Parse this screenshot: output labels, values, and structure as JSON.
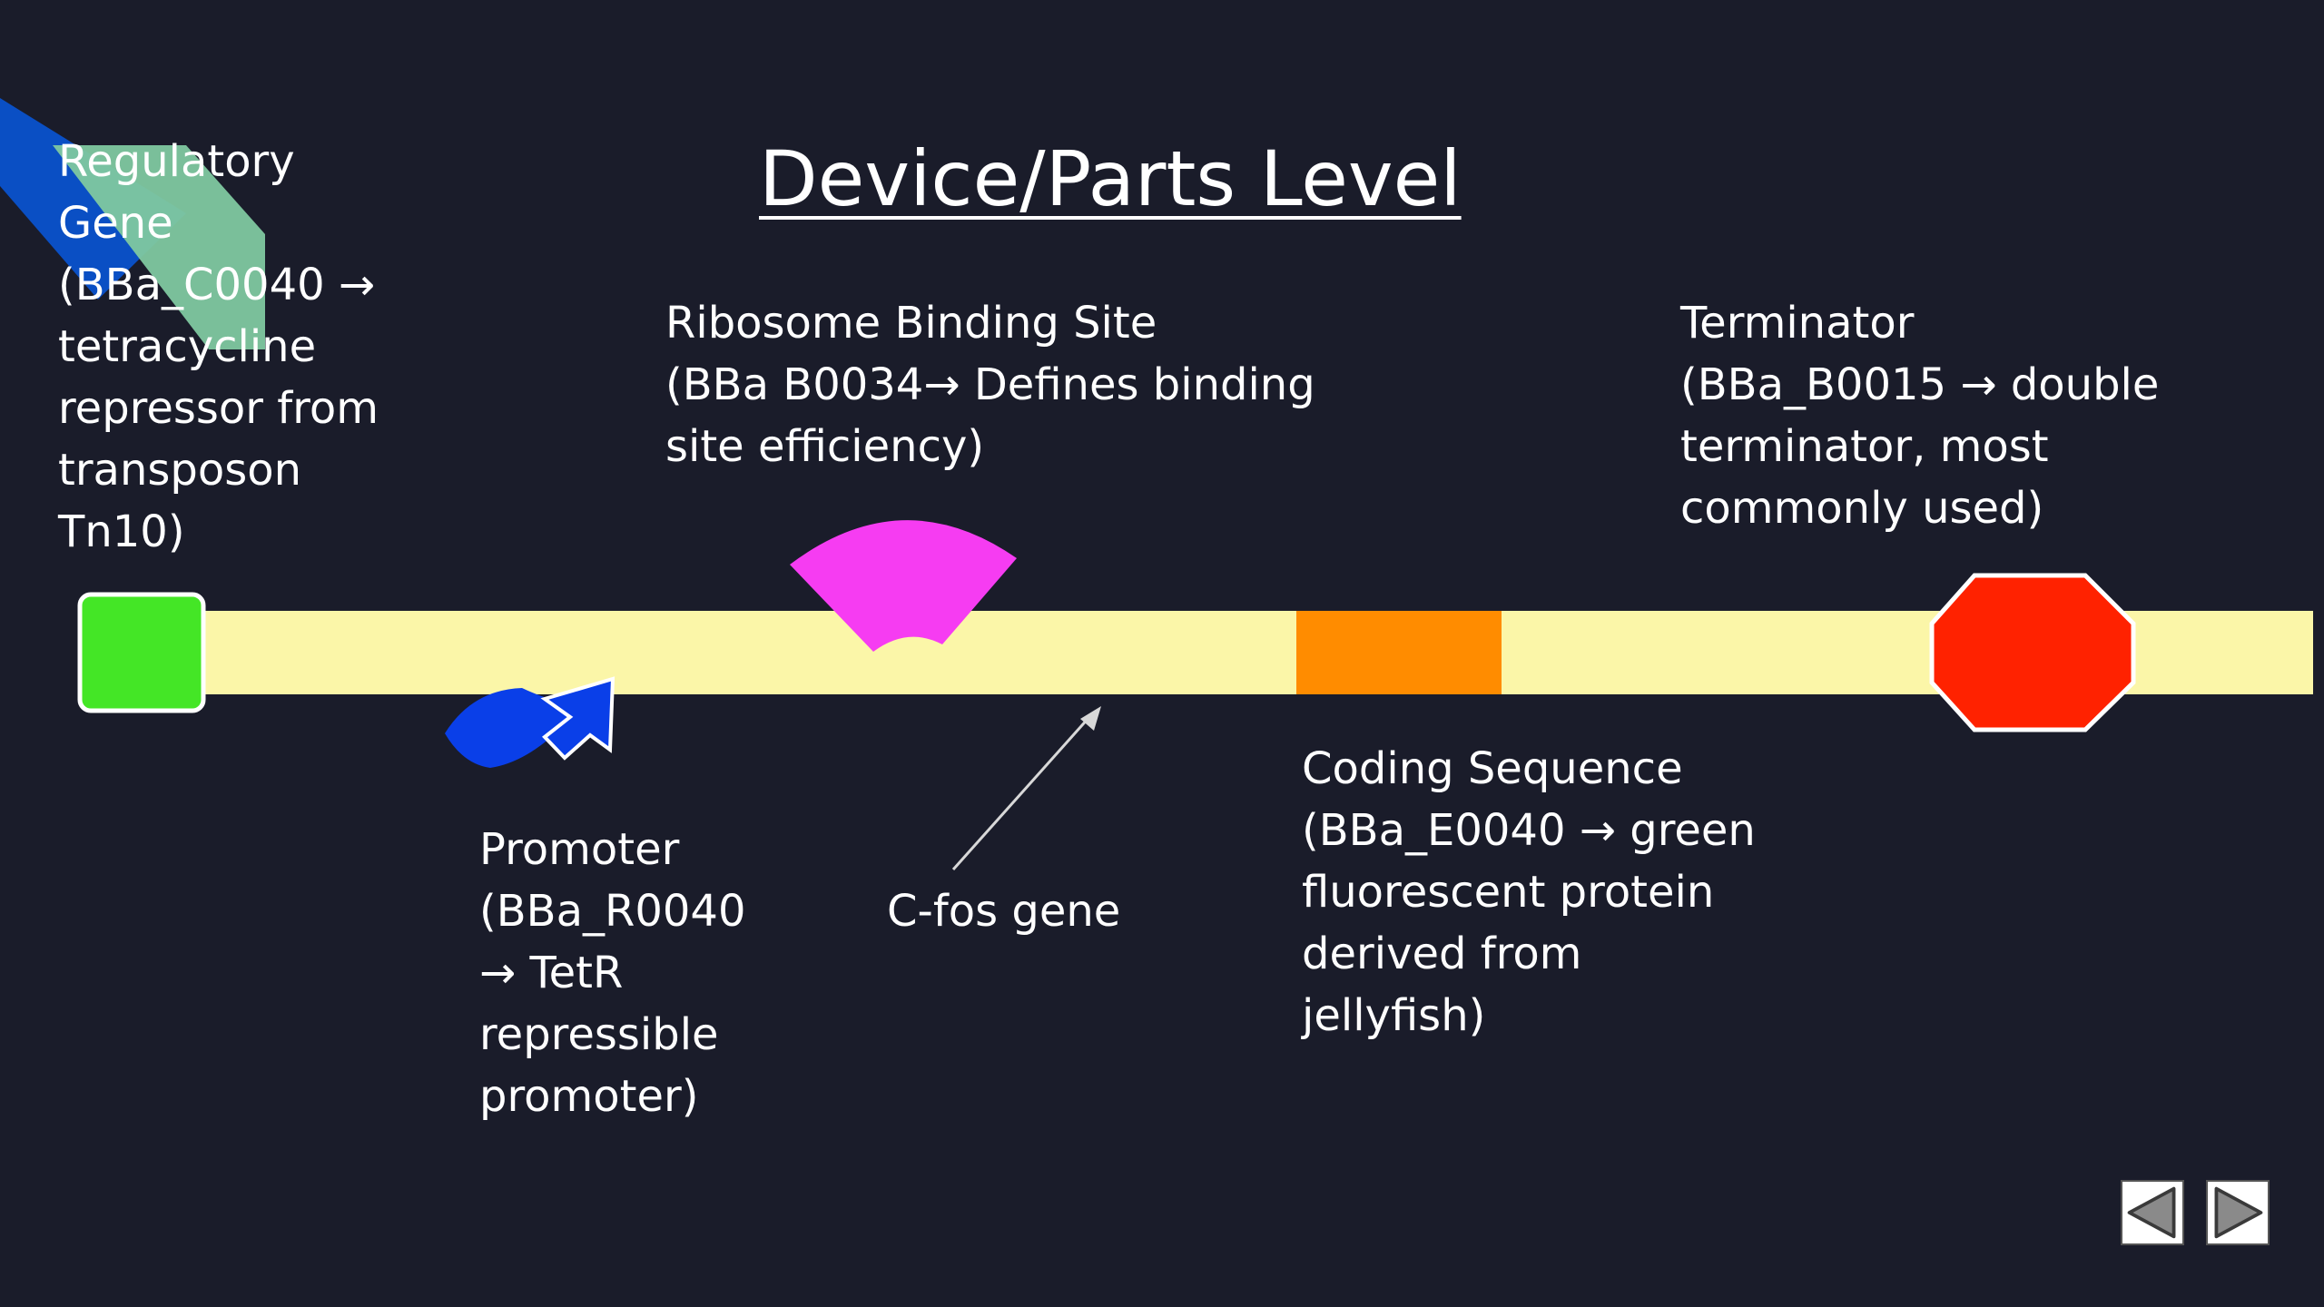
{
  "slide": {
    "title": "Device/Parts Level",
    "background": "#1a1c2a"
  },
  "labels": {
    "regulatory": [
      "Regulatory",
      "Gene",
      "(BBa_C0040 →",
      "tetracycline",
      "repressor from",
      "transposon",
      "Tn10)"
    ],
    "rbs": [
      "Ribosome Binding Site",
      "(BBa B0034→ Defines binding",
      "site efficiency)"
    ],
    "terminator": [
      "Terminator",
      "(BBa_B0015 → double",
      "terminator, most",
      "commonly used)"
    ],
    "coding": [
      "Coding Sequence",
      "(BBa_E0040 → green",
      "fluorescent protein",
      "derived from",
      "jellyfish)"
    ],
    "promoter": [
      "Promoter",
      "(BBa_R0040",
      "→ TetR",
      "repressible",
      "promoter)"
    ],
    "cfos": "C-fos gene"
  },
  "colors": {
    "backbone": "#fbf6a8",
    "regulatory_gene": "#44e626",
    "promoter": "#0a3fe8",
    "rbs": "#f63cf2",
    "coding_sequence": "#ff8c00",
    "terminator": "#ff2200",
    "arrow": "#d8d8d8",
    "deco_blue": "#0a4fc4",
    "deco_green": "#7fc8a0"
  },
  "icons": {
    "prev": "triangle-left-icon",
    "next": "triangle-right-icon"
  }
}
